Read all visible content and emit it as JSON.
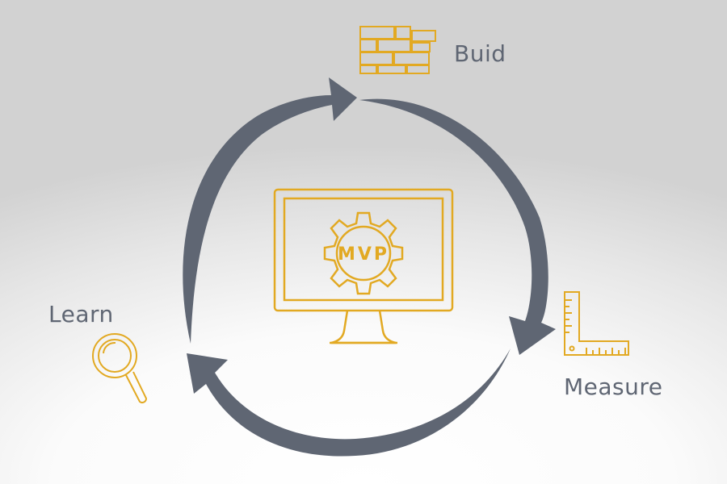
{
  "stages": {
    "build": {
      "label": "Buid",
      "icon": "brick-wall-icon"
    },
    "measure": {
      "label": "Measure",
      "icon": "square-ruler-icon"
    },
    "learn": {
      "label": "Learn",
      "icon": "magnifier-icon"
    }
  },
  "center": {
    "text": "MVP",
    "icon": "monitor-gear-icon"
  },
  "colors": {
    "accent": "#e2a922",
    "cycle": "#5f6673",
    "text": "#5f6673"
  }
}
